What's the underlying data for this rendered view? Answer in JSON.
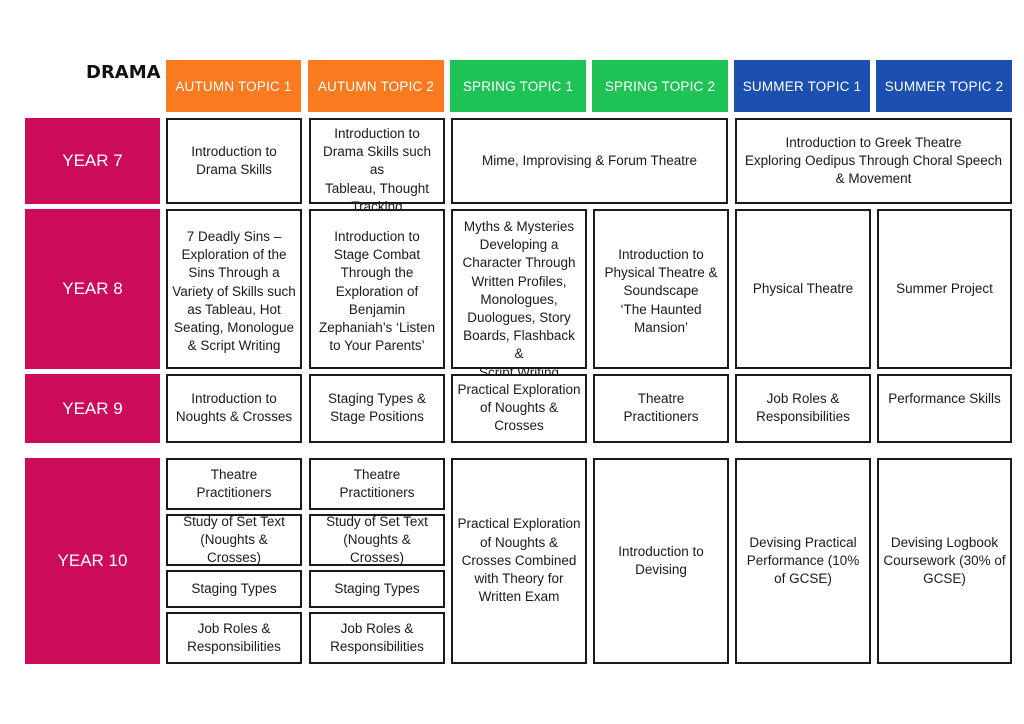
{
  "title": "DRAMA",
  "headers": [
    "AUTUMN TOPIC 1",
    "AUTUMN TOPIC 2",
    "SPRING TOPIC 1",
    "SPRING TOPIC 2",
    "SUMMER TOPIC 1",
    "SUMMER TOPIC 2"
  ],
  "colors": {
    "autumn": "#f97a1f",
    "spring": "#1fc254",
    "summer": "#1b4fb0",
    "year": "#cc0b5b"
  },
  "years": [
    "YEAR 7",
    "YEAR 8",
    "YEAR 9",
    "YEAR 10"
  ],
  "year7": {
    "autumn1": "Introduction to\nDrama Skills",
    "autumn2": "Introduction to\nDrama Skills such as\nTableau, Thought\nTracking",
    "spring": "Mime, Improvising & Forum Theatre",
    "summer": "Introduction to Greek Theatre\nExploring Oedipus Through Choral Speech\n& Movement"
  },
  "year8": {
    "autumn1": "7 Deadly Sins –\nExploration of the\nSins Through a\nVariety of Skills such\nas Tableau, Hot\nSeating, Monologue\n& Script Writing",
    "autumn2": "Introduction to\nStage Combat\nThrough the\nExploration of\nBenjamin\nZephaniah’s ‘Listen\nto Your Parents’",
    "spring1": "Myths & Mysteries\nDeveloping a\nCharacter Through\nWritten Profiles,\nMonologues,\nDuologues, Story\nBoards, Flashback &\nScript Writing",
    "spring2": "Introduction to\nPhysical Theatre &\nSoundscape\n‘The Haunted\nMansion’",
    "summer1": "Physical Theatre",
    "summer2": "Summer Project"
  },
  "year9": {
    "autumn1": "Introduction to\nNoughts & Crosses",
    "autumn2": "Staging Types &\nStage Positions",
    "spring1": "Practical Exploration\nof Noughts &\nCrosses",
    "spring2": "Theatre\nPractitioners",
    "summer1": "Job Roles &\nResponsibilities",
    "summer2": "Performance Skills"
  },
  "year10": {
    "autumn1": [
      "Theatre\nPractitioners",
      "Study of Set Text\n(Noughts & Crosses)",
      "Staging Types",
      "Job Roles &\nResponsibilities"
    ],
    "autumn2": [
      "Theatre\nPractitioners",
      "Study of Set Text\n(Noughts & Crosses)",
      "Staging Types",
      "Job Roles &\nResponsibilities"
    ],
    "spring1": "Practical Exploration\nof Noughts &\nCrosses Combined\nwith Theory for\nWritten Exam",
    "spring2": "Introduction to\nDevising",
    "summer1": "Devising Practical\nPerformance (10%\nof GCSE)",
    "summer2": "Devising Logbook\nCoursework (30% of\nGCSE)"
  }
}
